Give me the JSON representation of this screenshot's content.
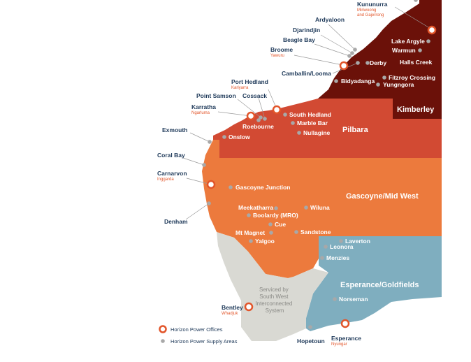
{
  "regions": {
    "kimberley": {
      "name": "Kimberley",
      "color": "#6b1109"
    },
    "pilbara": {
      "name": "Pilbara",
      "color": "#d24a33"
    },
    "gascoyne": {
      "name": "Gascoyne/Mid West",
      "color": "#ec7a3d"
    },
    "esperance": {
      "name": "Esperance/Goldfields",
      "color": "#7faebf"
    },
    "southwest": {
      "name": "Serviced by South West Interconnected System",
      "lines": [
        "Serviced by",
        "South West",
        "Interconnected",
        "System"
      ],
      "color": "#d9d9d3"
    }
  },
  "offices": [
    {
      "name": "Kununurra",
      "sub": "Miriwoong and Gajerrong",
      "sub_lines": [
        "Miriwoong",
        "and Gajerrong"
      ]
    },
    {
      "name": "Broome",
      "sub": "Yawuru"
    },
    {
      "name": "Port Hedland",
      "sub": "Kariyarra"
    },
    {
      "name": "Karratha",
      "sub": "Ngarluma"
    },
    {
      "name": "Carnarvon",
      "sub": "Inggarda"
    },
    {
      "name": "Bentley",
      "sub": "Whadjuk"
    },
    {
      "name": "Esperance",
      "sub": "Nyungar"
    }
  ],
  "supply_areas": {
    "kimberley": [
      "Ardyaloon",
      "Djarindjin",
      "Beagle Bay",
      "Camballin/Looma",
      "Derby",
      "Lake Argyle",
      "Warmun",
      "Halls Creek",
      "Fitzroy Crossing",
      "Yungngora",
      "Bidyadanga"
    ],
    "pilbara": [
      "Point Samson",
      "Cossack",
      "Roebourne",
      "South Hedland",
      "Marble Bar",
      "Nullagine",
      "Onslow",
      "Exmouth"
    ],
    "gascoyne": [
      "Coral Bay",
      "Gascoyne Junction",
      "Denham",
      "Meekatharra",
      "Boolardy (MRO)",
      "Cue",
      "Wiluna",
      "Mt Magnet",
      "Sandstone",
      "Yalgoo"
    ],
    "esperance": [
      "Laverton",
      "Leonora",
      "Menzies",
      "Norseman",
      "Hopetoun"
    ]
  },
  "legend": {
    "offices": "Horizon Power Offices",
    "areas": "Horizon Power Supply Areas",
    "office_color": "#e2552a",
    "area_color": "#a8a8a8"
  },
  "colors": {
    "label": "#1f3a5a",
    "sublabel": "#e2552a"
  }
}
